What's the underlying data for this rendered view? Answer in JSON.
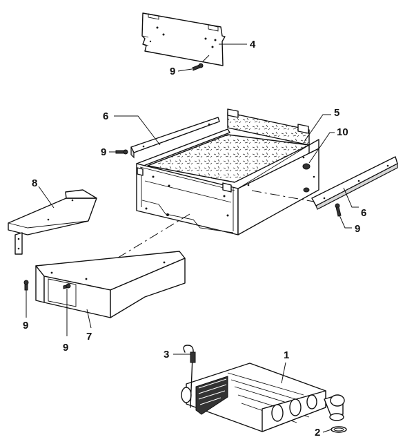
{
  "callouts": {
    "p1": "1",
    "p2": "2",
    "p3": "3",
    "p4": "4",
    "p5": "5",
    "p6a": "6",
    "p6b": "6",
    "p7": "7",
    "p8": "8",
    "p9a": "9",
    "p9b": "9",
    "p9c": "9",
    "p9d": "9",
    "p9e": "9",
    "p10": "10"
  }
}
